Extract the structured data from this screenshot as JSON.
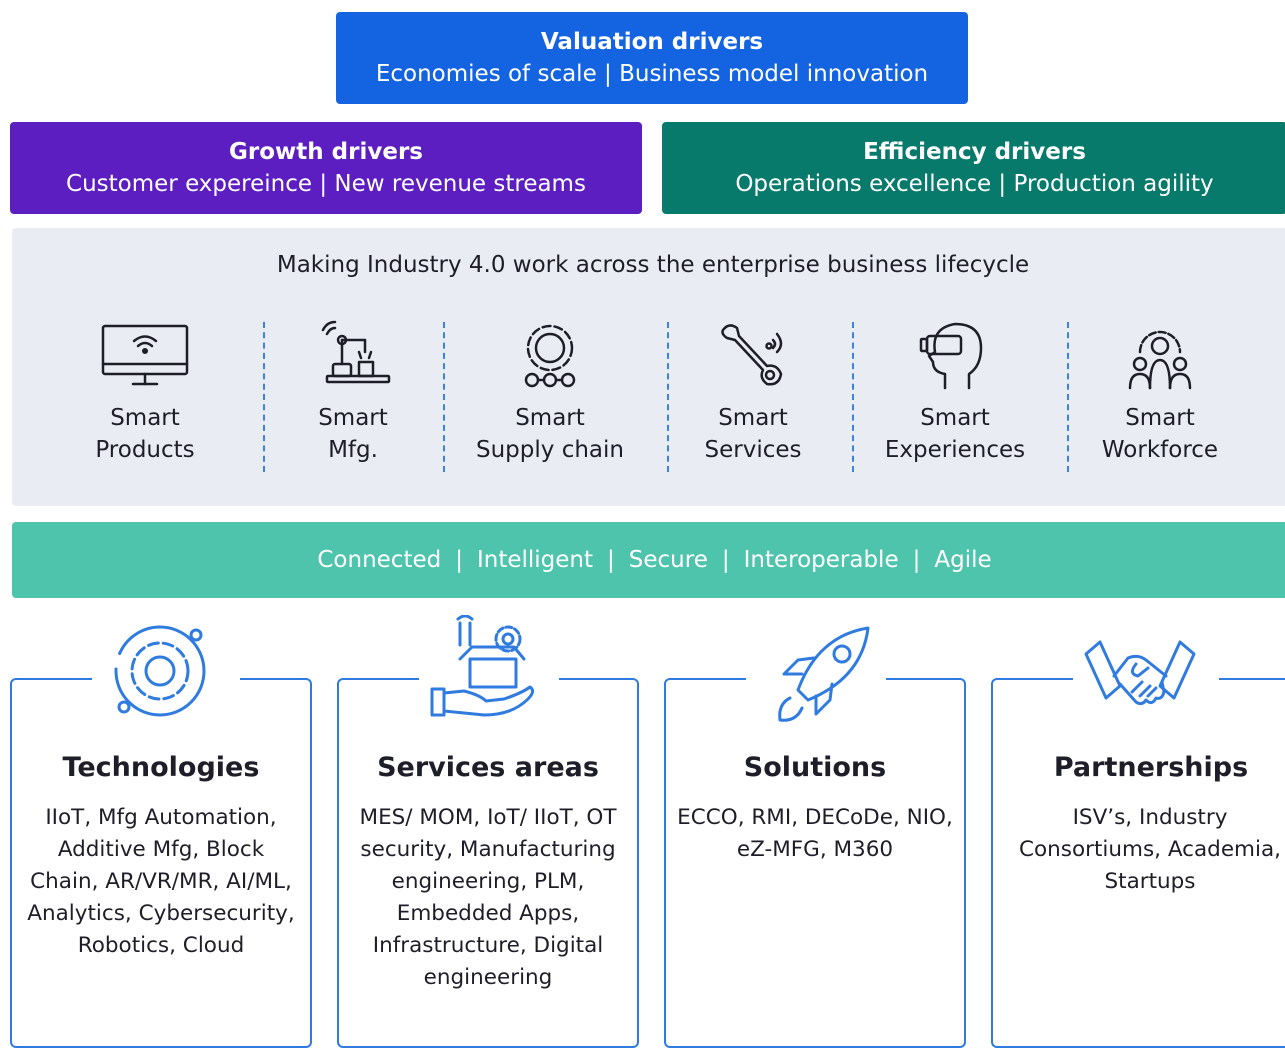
{
  "valuation": {
    "title": "Valuation drivers",
    "subtitle": "Economies of scale | Business model innovation"
  },
  "growth": {
    "title": "Growth drivers",
    "subtitle": "Customer expereince | New revenue streams"
  },
  "efficiency": {
    "title": "Efficiency drivers",
    "subtitle": "Operations excellence | Production agility"
  },
  "lifecycle": {
    "title": "Making Industry 4.0 work across the enterprise business lifecycle",
    "items": [
      {
        "line1": "Smart",
        "line2": "Products",
        "icon": "monitor-wifi-icon"
      },
      {
        "line1": "Smart",
        "line2": "Mfg.",
        "icon": "robot-arm-icon"
      },
      {
        "line1": "Smart",
        "line2": "Supply chain",
        "icon": "gear-network-icon"
      },
      {
        "line1": "Smart",
        "line2": "Services",
        "icon": "wrench-signal-icon"
      },
      {
        "line1": "Smart",
        "line2": "Experiences",
        "icon": "vr-headset-icon"
      },
      {
        "line1": "Smart",
        "line2": "Workforce",
        "icon": "team-gear-icon"
      }
    ]
  },
  "attributes": [
    "Connected",
    "Intelligent",
    "Secure",
    "Interoperable",
    "Agile"
  ],
  "cards": [
    {
      "title": "Technologies",
      "body": "IIoT, Mfg Automation, Additive Mfg, Block Chain, AR/VR/MR, AI/ML, Analytics, Cybersecurity, Robotics, Cloud",
      "icon": "gear-orbit-icon"
    },
    {
      "title": "Services areas",
      "body": "MES/ MOM, IoT/ IIoT, OT security, Manufacturing engineering, PLM, Embedded Apps, Infrastructure, Digital engineering",
      "icon": "hand-box-tools-icon"
    },
    {
      "title": "Solutions",
      "body": "ECCO, RMI, DECoDe, NIO, eZ-MFG, M360",
      "icon": "rocket-icon"
    },
    {
      "title": "Partnerships",
      "body": "ISV’s, Industry Consortiums, Academia, Startups",
      "icon": "handshake-icon"
    }
  ],
  "colors": {
    "valuation": "#1463e1",
    "growth": "#5c1ec0",
    "efficiency": "#077a6c",
    "attributes_bar": "#4fc4ad",
    "lifecycle_bg": "#e9edf3",
    "accent_blue": "#2f7be0"
  }
}
